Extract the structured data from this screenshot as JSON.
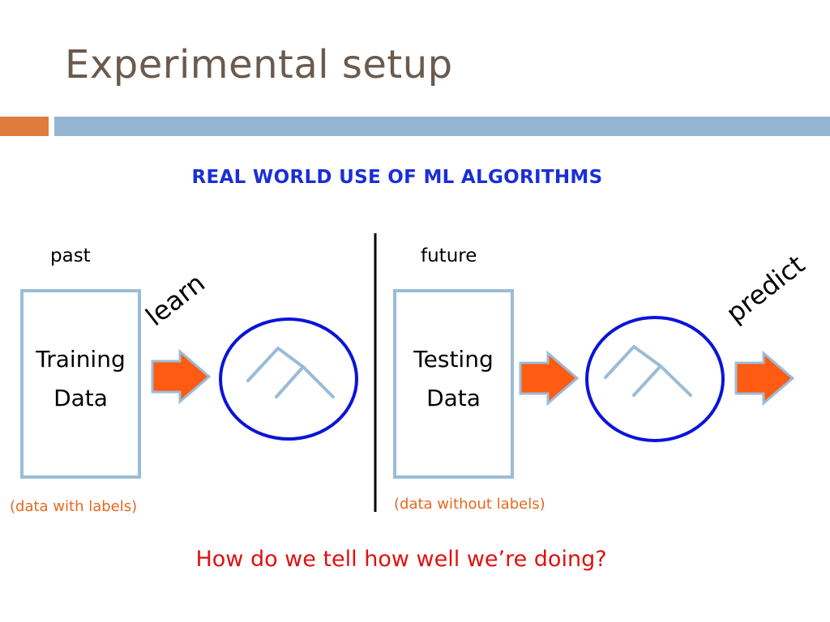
{
  "slide": {
    "title": "Experimental setup",
    "subtitle": "REAL WORLD USE OF ML ALGORITHMS",
    "question": "How do we tell how well we’re doing?"
  },
  "left_panel": {
    "time_label": "past",
    "box_line1": "Training",
    "box_line2": "Data",
    "note": "(data with labels)",
    "action": "learn"
  },
  "right_panel": {
    "time_label": "future",
    "box_line1": "Testing",
    "box_line2": "Data",
    "note": "(data without labels)",
    "action": "predict"
  },
  "colors": {
    "title": "#6b5a4e",
    "accent_orange": "#e07b3e",
    "accent_blue": "#94b6d2",
    "subtitle_blue": "#1a2fd6",
    "note_orange": "#e8681e",
    "question_red": "#e01010",
    "arrow_fill": "#ff5b12",
    "arrow_stroke": "#9bbcd7",
    "circle_stroke": "#0a14d8",
    "tree_stroke": "#9bbcd7"
  },
  "icons": {
    "arrow": "right-block-arrow",
    "model": "decision-tree-in-circle"
  }
}
